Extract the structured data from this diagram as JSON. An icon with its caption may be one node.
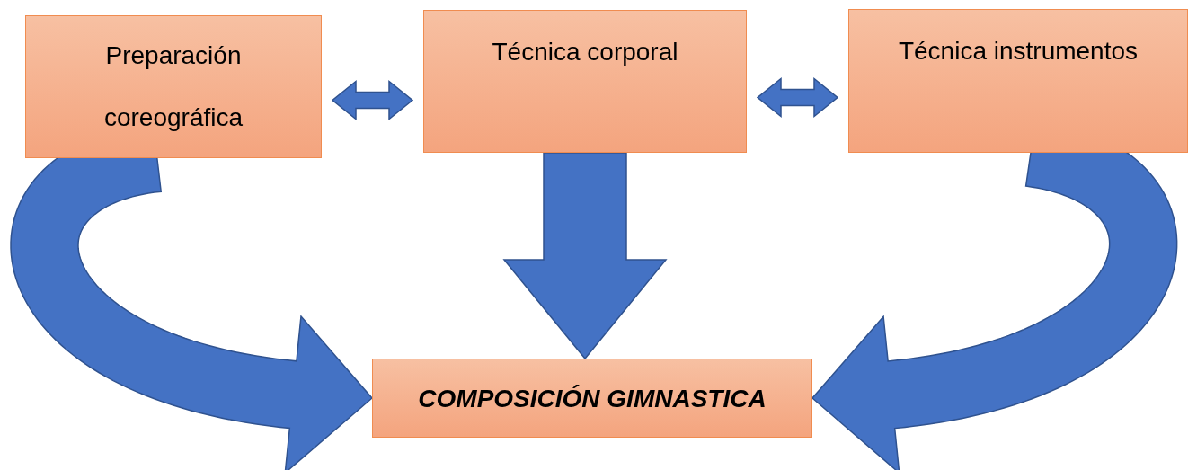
{
  "diagram": {
    "nodes": [
      {
        "text": [
          "Preparación coreográfica"
        ]
      },
      {
        "text": [
          "Técnica corporal"
        ]
      },
      {
        "text": [
          "Técnica instrumentos"
        ]
      },
      {
        "text": [
          "COMPOSICIÓN GIMNASTICA"
        ]
      }
    ],
    "edges": [
      {
        "from": 0,
        "to": 1,
        "arrow": "both"
      },
      {
        "from": 1,
        "to": 2,
        "arrow": "both"
      },
      {
        "from": 1,
        "to": 3,
        "arrow": "to"
      },
      {
        "from": 0,
        "to": 3,
        "arrow": "to"
      },
      {
        "from": 2,
        "to": 3,
        "arrow": "to"
      }
    ]
  }
}
